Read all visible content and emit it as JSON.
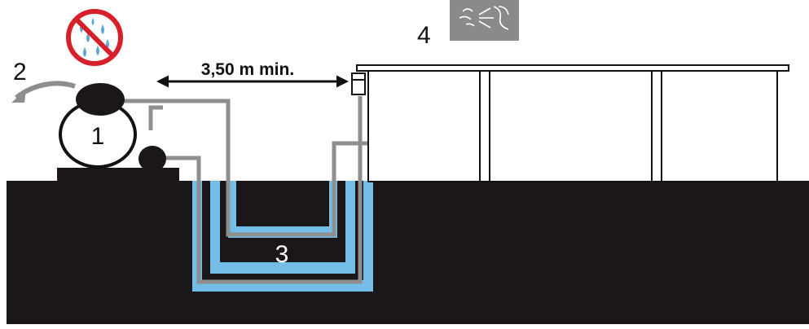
{
  "labels": {
    "filter": "1",
    "outlet": "2",
    "trench": "3",
    "skimmer": "4",
    "distance": "3,50 m min."
  },
  "icons": {
    "no_rain": "no-rain-icon",
    "water_jet": "water-jet-icon"
  },
  "colors": {
    "ground": "#1b1718",
    "pipe_gray": "#8e8e8e",
    "pipe_blue": "#74bde6",
    "no_sign_red": "#d8202a",
    "drop_blue": "#5aa7dc",
    "jet_tile": "#8c8a89"
  }
}
